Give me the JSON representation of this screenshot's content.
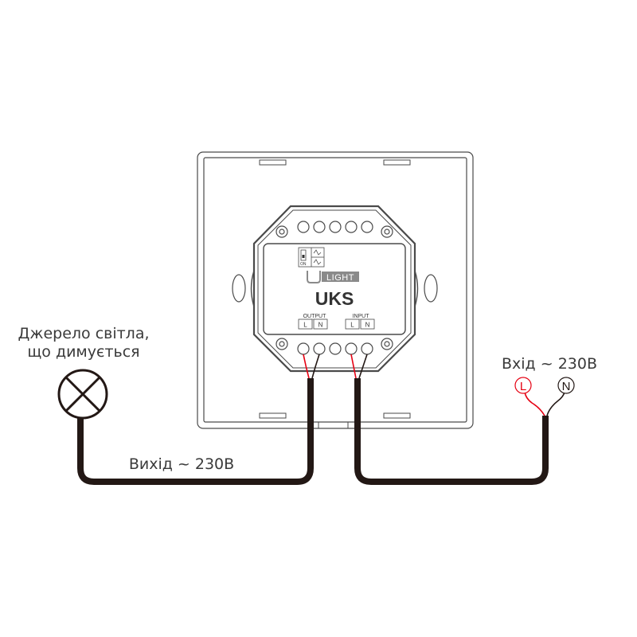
{
  "diagram": {
    "title": "UKS wiring diagram",
    "colors": {
      "outline": "#4a4a4a",
      "cable": "#231815",
      "live_wire": "#e60012",
      "neutral_wire": "#231815",
      "label_text": "#3a3a3a",
      "logo_gray": "#8a8a8a"
    },
    "lamp": {
      "label_line1": "Джерело світла,",
      "label_line2": "що димується",
      "icon": "lamp-cross-circle-icon"
    },
    "output_cable": {
      "label": "Вихід ~ 230В"
    },
    "input_cable": {
      "label": "Вхід ~ 230В",
      "terminals": [
        {
          "symbol": "L",
          "color": "#e60012"
        },
        {
          "symbol": "N",
          "color": "#231815"
        }
      ]
    },
    "module": {
      "brand_u": "U",
      "brand_light": "LIGHT",
      "model": "UKS",
      "dip_switch_label": "ON",
      "output_label": "OUTPUT",
      "input_label": "INPUT",
      "output_terminals": [
        "L",
        "N"
      ],
      "input_terminals": [
        "L",
        "N"
      ]
    }
  }
}
